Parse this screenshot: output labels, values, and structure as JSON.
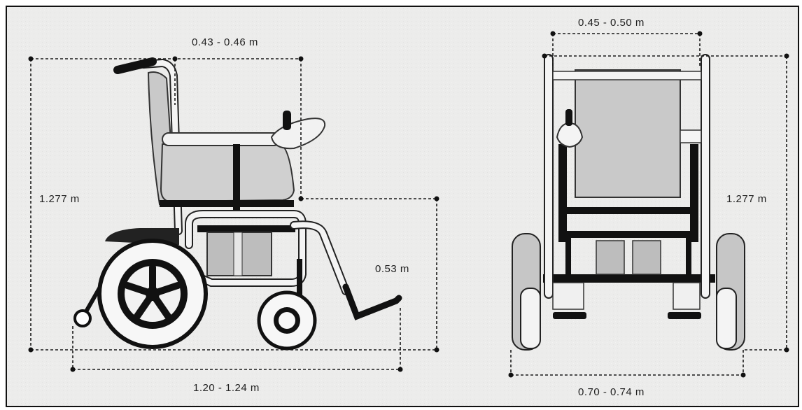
{
  "side_view": {
    "seat_depth": "0.43  -  0.46 m",
    "height": "1.277 m",
    "seat_height": "0.53 m",
    "length": "1.20  -  1.24 m"
  },
  "front_view": {
    "seat_width": "0.45  -  0.50 m",
    "height": "1.277 m",
    "width": "0.70  -  0.74 m"
  },
  "colors": {
    "background": "#ececeb",
    "frame_tube": "#f4f4f4",
    "dark": "#111111",
    "upholstery": "#c9c9c9",
    "battery": "#bdbdbd",
    "dimension_line": "#1a1a1a"
  }
}
